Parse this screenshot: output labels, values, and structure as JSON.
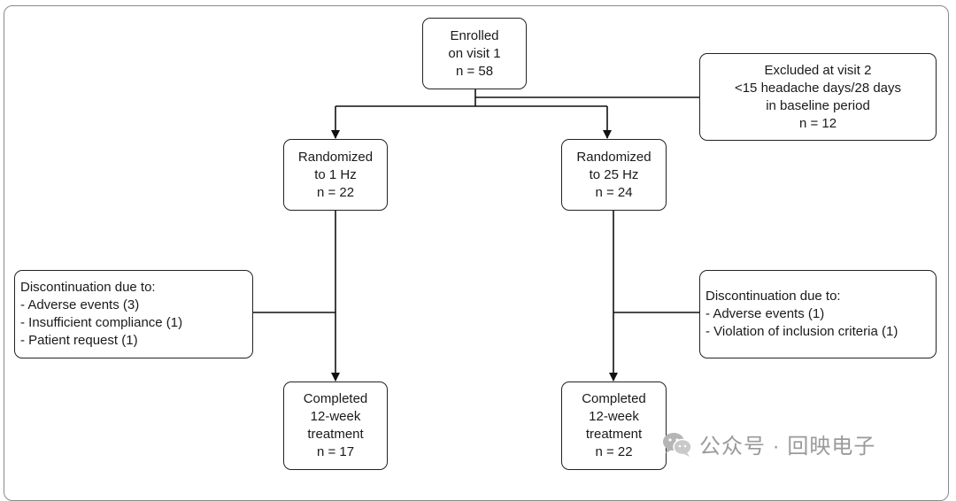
{
  "enrolled": {
    "lines": [
      "Enrolled",
      "on visit 1",
      "n = 58"
    ]
  },
  "excluded": {
    "lines": [
      "Excluded at visit 2",
      "<15 headache days/28 days",
      "in baseline period",
      "n = 12"
    ]
  },
  "rand_1hz": {
    "lines": [
      "Randomized",
      "to 1 Hz",
      "n = 22"
    ]
  },
  "rand_25hz": {
    "lines": [
      "Randomized",
      "to 25 Hz",
      "n = 24"
    ]
  },
  "disc_left": {
    "lines": [
      "Discontinuation due to:",
      "- Adverse events (3)",
      "- Insufficient compliance (1)",
      "- Patient request (1)"
    ]
  },
  "disc_right": {
    "lines": [
      "Discontinuation due to:",
      "- Adverse events (1)",
      "- Violation of inclusion criteria (1)"
    ]
  },
  "comp_1hz": {
    "lines": [
      "Completed",
      "12-week",
      "treatment",
      "n = 17"
    ]
  },
  "comp_25hz": {
    "lines": [
      "Completed",
      "12-week",
      "treatment",
      "n = 22"
    ]
  },
  "watermark": {
    "text": "公众号 · 回映电子",
    "icon": "wechat-icon"
  }
}
